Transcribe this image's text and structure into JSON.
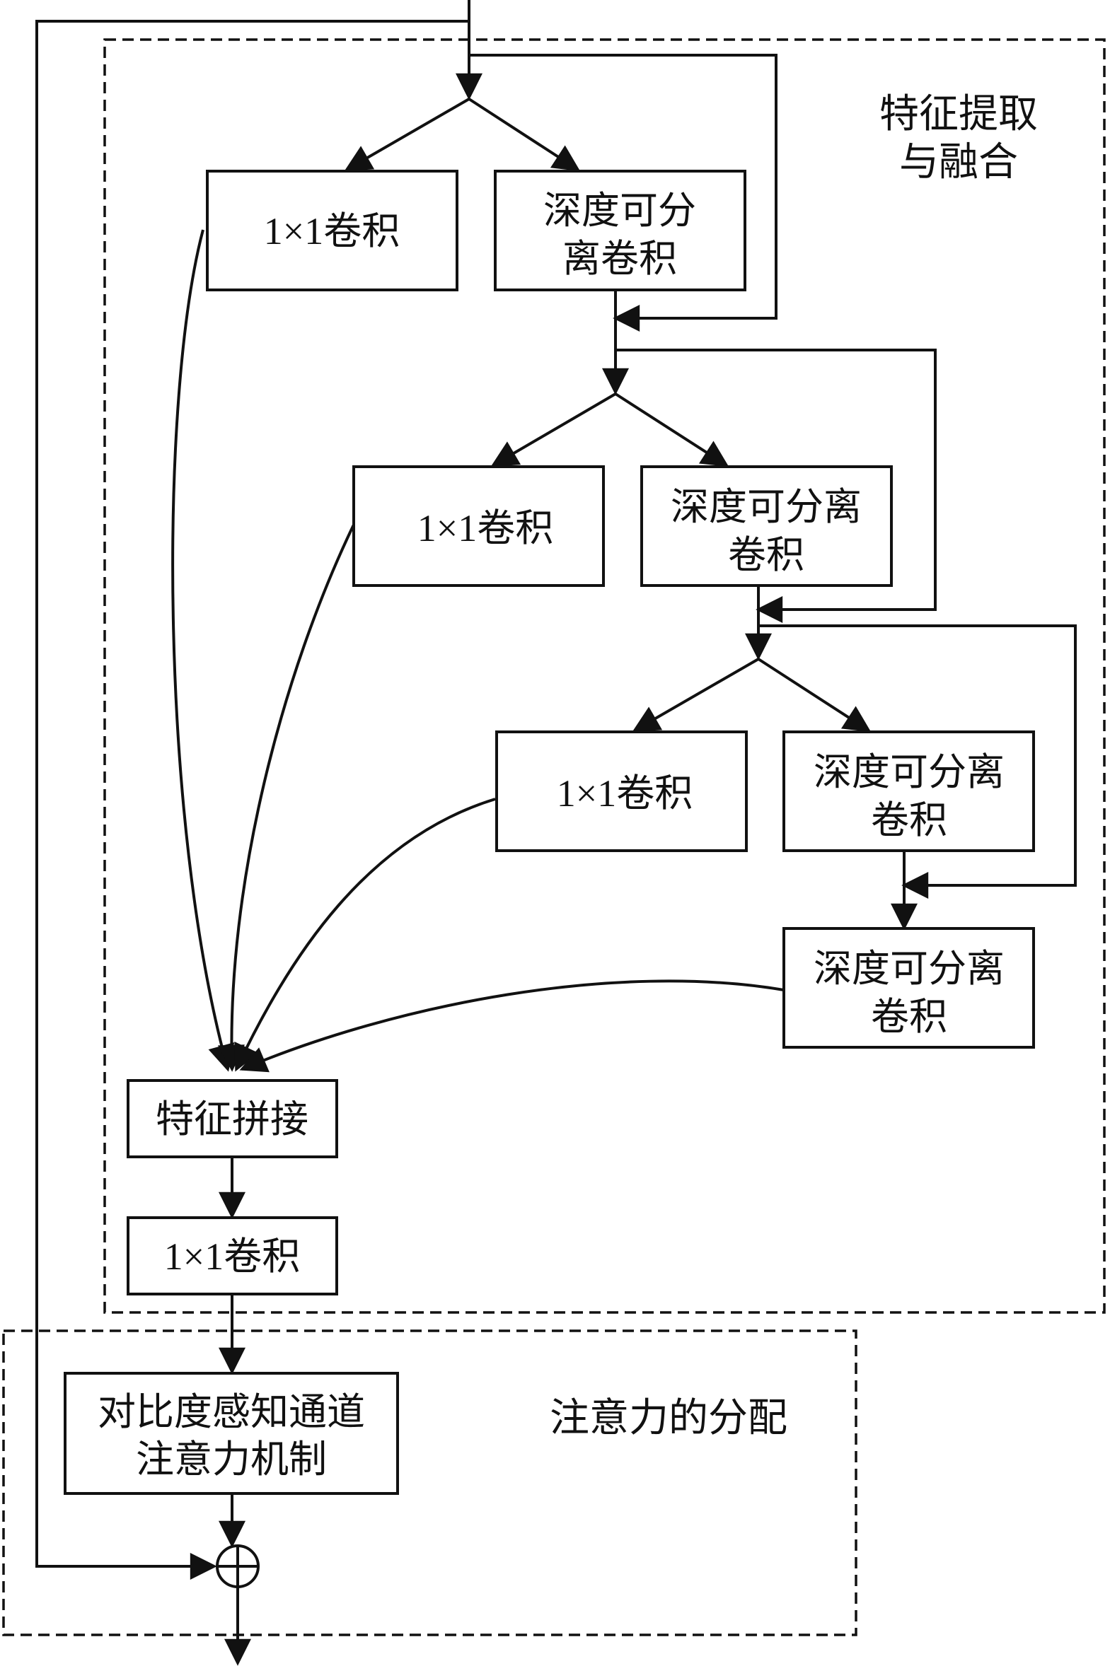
{
  "regions": {
    "feature_extraction": {
      "line1": "特征提取",
      "line2": "与融合"
    },
    "attention": {
      "label": "注意力的分配"
    }
  },
  "nodes": {
    "conv1x1_a": "1×1卷积",
    "dsconv_a": {
      "line1": "深度可分",
      "line2": "离卷积"
    },
    "conv1x1_b": "1×1卷积",
    "dsconv_b": {
      "line1": "深度可分离",
      "line2": "卷积"
    },
    "conv1x1_c": "1×1卷积",
    "dsconv_c": {
      "line1": "深度可分离",
      "line2": "卷积"
    },
    "dsconv_d": {
      "line1": "深度可分离",
      "line2": "卷积"
    },
    "concat": "特征拼接",
    "conv1x1_out": "1×1卷积",
    "attention": {
      "line1": "对比度感知通道",
      "line2": "注意力机制"
    },
    "add_symbol": "⊕"
  }
}
